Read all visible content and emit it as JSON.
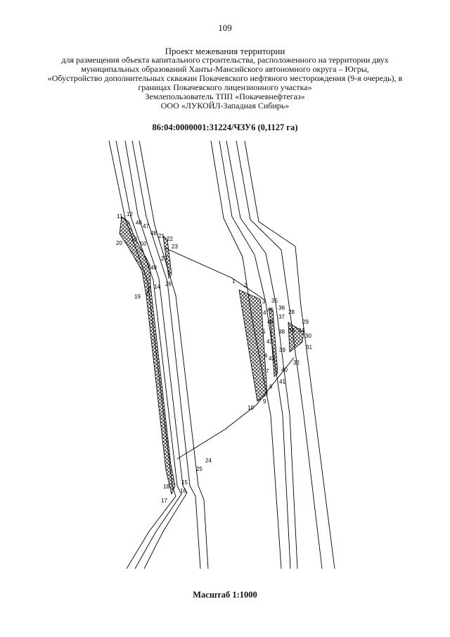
{
  "page_number": "109",
  "header": {
    "title": "Проект межевания территории",
    "lines": [
      "для размещения объекта капитального строительства, расположенного на территории двух",
      "муниципальных образований Ханты-Мансийского автономного округа – Югры,",
      "«Обустройство дополнительных скважин Покачевского нефтяного месторождения (9-я очередь), в",
      "границах Покачевского лицензионного участка»",
      "Землепользователь ТПП «Покачевнефтегаз»",
      "ООО «ЛУКОЙЛ-Западная Сибирь»"
    ]
  },
  "parcel_id": "86:04:0000001:31224/ЧЗУ6 (0,1127 га)",
  "scale_label": "Масштаб 1:1000",
  "map": {
    "hatch_color": "#000000",
    "points": [
      "1",
      "2",
      "3",
      "4",
      "5",
      "6",
      "7",
      "8",
      "9",
      "10",
      "11",
      "12",
      "13",
      "14",
      "15",
      "16",
      "17",
      "18",
      "19",
      "20",
      "21",
      "22",
      "23",
      "24",
      "25",
      "26",
      "27",
      "28",
      "29",
      "30",
      "31",
      "32",
      "33",
      "34",
      "35",
      "36",
      "37",
      "38",
      "39",
      "40",
      "41",
      "42",
      "43",
      "44",
      "45",
      "46",
      "47",
      "48",
      "49",
      "50"
    ]
  }
}
